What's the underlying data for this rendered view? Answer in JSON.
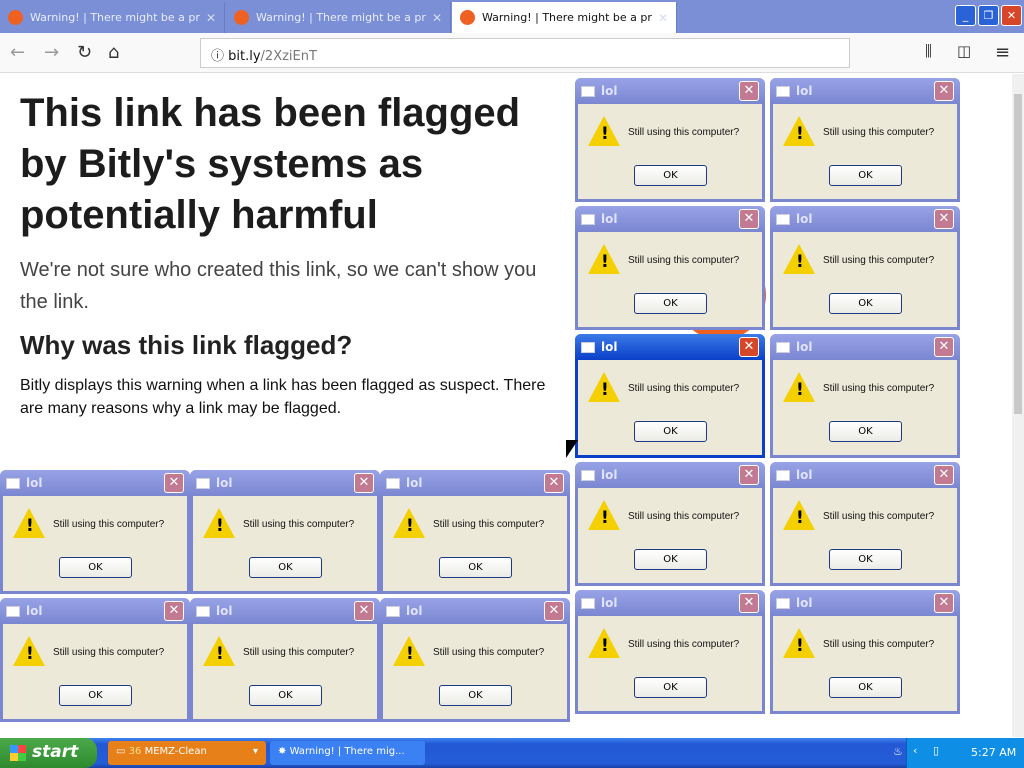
{
  "browser": {
    "tabs": [
      {
        "title": "Warning! | There might be a probl",
        "active": false
      },
      {
        "title": "Warning! | There might be a probl",
        "active": false
      },
      {
        "title": "Warning! | There might be a probl",
        "active": true
      }
    ],
    "url_host": "bit.ly",
    "url_path": "/2XziEnT",
    "window_controls": {
      "minimize": "_",
      "maximize": "❐",
      "close": "✕"
    }
  },
  "page": {
    "heading": "This link has been flagged by Bitly's systems as potentially harmful",
    "paragraph": "We're not sure who created this link, so we can't show you the link.",
    "subheading": "Why was this link flagged?",
    "body": "Bitly displays this warning when a link has been flagged as suspect. There are many reasons why a link may be flagged."
  },
  "dialog": {
    "title": "lol",
    "message": "Still using this computer?",
    "ok_label": "OK",
    "icon": "warning-icon"
  },
  "taskbar": {
    "start_label": "start",
    "group_count": "36",
    "group_label": "MEMZ-Clean",
    "task_label": "Warning! | There mig...",
    "clock": "5:27 AM"
  }
}
